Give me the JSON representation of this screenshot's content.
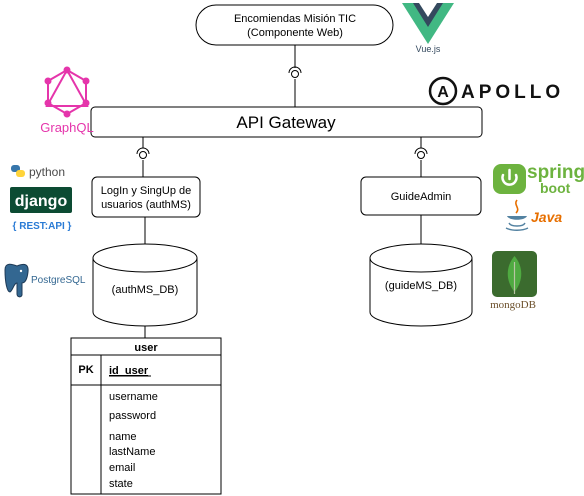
{
  "frontend": {
    "line1": "Encomiendas Misión TIC",
    "line2": "(Componente Web)"
  },
  "gateway": {
    "label": "API Gateway"
  },
  "auth_service": {
    "line1": "LogIn y SingUp de",
    "line2": "usuarios (authMS)"
  },
  "guide_service": {
    "label": "GuideAdmin"
  },
  "auth_db": {
    "label": "(authMS_DB)"
  },
  "guide_db": {
    "label": "(guideMS_DB)"
  },
  "user_table": {
    "name": "user",
    "pk_marker": "PK",
    "pk_field": "id_user",
    "fields": [
      "username",
      "password",
      "name",
      "lastName",
      "email",
      "state"
    ]
  },
  "logos": {
    "vue": "Vue.js",
    "graphql": "GraphQL",
    "apollo": "APOLLO",
    "python": "python",
    "django": "django",
    "rest_api": "{ REST:API }",
    "postgresql": "PostgreSQL",
    "spring_top": "spring",
    "spring_bottom": "boot",
    "java": "Java",
    "mongodb": "mongoDB"
  },
  "colors": {
    "vue_green": "#41b883",
    "vue_dark": "#34495e",
    "graphql_pink": "#e535ab",
    "django_green": "#0c4b33",
    "rest_blue": "#2a7bd5",
    "postgres_blue": "#336791",
    "spring_green": "#6db33f",
    "java_red": "#e76f00",
    "java_blue": "#5382a1",
    "mongo_green": "#4faa41",
    "mongo_brown": "#6b4f2a",
    "python_blue": "#3776ab",
    "python_yellow": "#ffd43b"
  }
}
